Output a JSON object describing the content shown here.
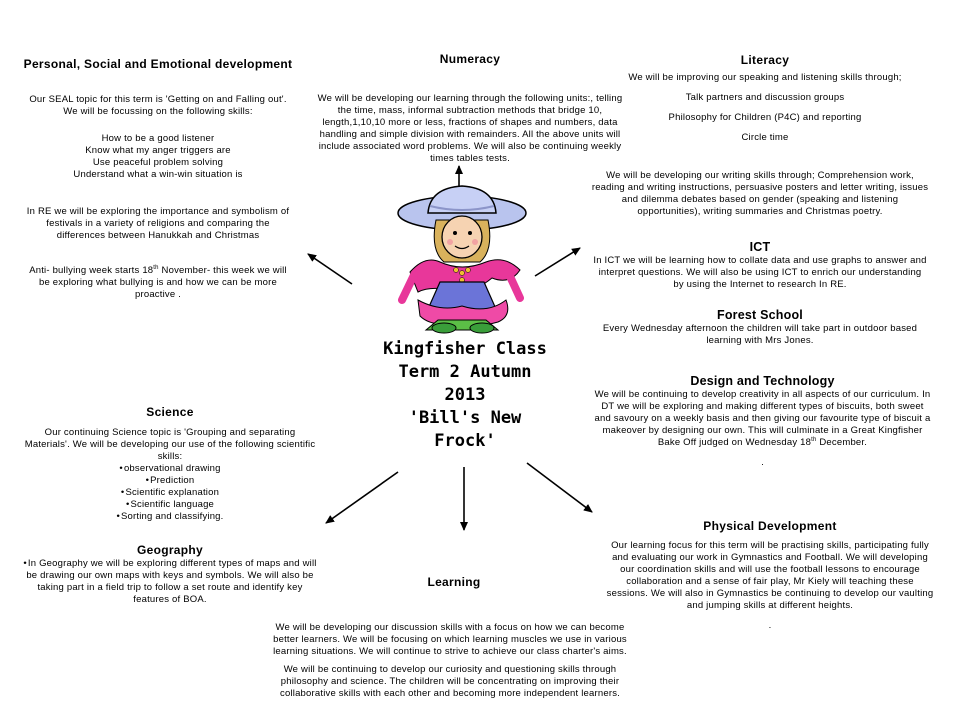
{
  "title": {
    "line1": "Kingfisher Class",
    "line2": "Term 2 Autumn",
    "line3": "2013",
    "line4": "'Bill's New",
    "line5": "Frock'"
  },
  "pse": {
    "heading": "Personal, Social and Emotional development",
    "intro1": "Our SEAL topic for this term is 'Getting on and Falling out'.",
    "intro2": "We will be focussing on the following skills:",
    "skills": [
      "How to be a good listener",
      "Know what my anger triggers are",
      "Use peaceful problem solving",
      "Understand what a win-win situation is"
    ],
    "re1": "In RE we will be exploring the importance and symbolism of",
    "re2": "festivals in a variety of  religions and comparing the",
    "re3": "differences between Hanukkah and Christmas",
    "ab1_pre": "Anti- bullying week starts 18",
    "ab1_sup": "th",
    "ab1_post": " November- this week we will",
    "ab2": "be exploring what bullying is and how we can be more",
    "ab3": "proactive ."
  },
  "numeracy": {
    "heading": "Numeracy",
    "lines": [
      "We will be developing our learning through the following units:, telling",
      "the time, mass, informal subtraction methods that bridge 10,",
      "length,1,10,10 more or less, fractions of shapes and numbers, data",
      "handling and simple division with remainders. All the above units will",
      "include associated word problems. We will also be continuing weekly",
      "times tables tests."
    ]
  },
  "literacy": {
    "heading": "Literacy",
    "intro": "We will be improving our speaking and listening skills through;",
    "items": [
      "Talk partners and discussion groups",
      "Philosophy for Children (P4C) and reporting",
      "Circle time"
    ],
    "writing": [
      "We will be developing our writing skills through; Comprehension work,",
      "reading and writing instructions, persuasive posters and letter writing, issues",
      "and dilemma debates based on gender (speaking and listening",
      "opportunities), writing summaries and Christmas poetry."
    ]
  },
  "ict": {
    "heading": "ICT",
    "lines": [
      "In ICT we will be learning how to collate data and use graphs to answer and",
      "interpret questions. We will also be using ICT to enrich our  understanding",
      "by using the Internet to research In RE."
    ]
  },
  "forest": {
    "heading": "Forest School",
    "lines": [
      "Every Wednesday afternoon the children will take part in outdoor based",
      "learning with Mrs Jones."
    ]
  },
  "dt": {
    "heading": "Design and Technology",
    "lines": [
      "We will be continuing to develop creativity in all aspects of our curriculum. In",
      "DT we will be exploring and making different types of biscuits, both sweet",
      "and savoury on a weekly basis and then giving our favourite type of biscuit a",
      "makeover by designing our own. This will culminate in a Great Kingfisher"
    ],
    "last_pre": "Bake Off  judged on Wednesday 18",
    "last_sup": "th",
    "last_post": " December.",
    "dot": "."
  },
  "science": {
    "heading": "Science",
    "lines": [
      "Our continuing Science topic  is 'Grouping and separating",
      "Materials'. We will be developing our use of the following scientific",
      "skills:"
    ],
    "bullets": [
      "observational drawing",
      "Prediction",
      "Scientific explanation",
      "Scientific language",
      "Sorting and classifying."
    ]
  },
  "geography": {
    "heading": "Geography",
    "lines": [
      "In Geography we will be exploring different types of maps and will",
      "be drawing our own maps with keys and symbols. We will also be",
      "taking part in a field trip to follow a set route and identify key",
      "features of BOA."
    ]
  },
  "learning": {
    "heading": "Learning",
    "para1": [
      "We will be developing our discussion skills with a focus on how we can become",
      "better learners. We will be focusing on which learning muscles we use in various",
      "learning situations. We will continue to strive to achieve our class charter's aims."
    ],
    "para2": [
      "We will be continuing to develop our curiosity and questioning skills through",
      "philosophy and science.  The children will be concentrating on improving their",
      "collaborative skills with each other and becoming more independent learners."
    ]
  },
  "pe": {
    "heading": "Physical Development",
    "lines": [
      "Our learning focus for this term will be practising skills, participating fully",
      "and evaluating our work in Gymnastics and Football. We will developing",
      "our  coordination skills and will use the football lessons to encourage",
      "collaboration and a sense of fair play, Mr Kiely will teaching these",
      "sessions. We will also in Gymnastics be continuing to develop our vaulting",
      "and jumping skills at different heights."
    ],
    "dot": "."
  },
  "illustration": {
    "icon": "girl-in-frock-icon"
  }
}
